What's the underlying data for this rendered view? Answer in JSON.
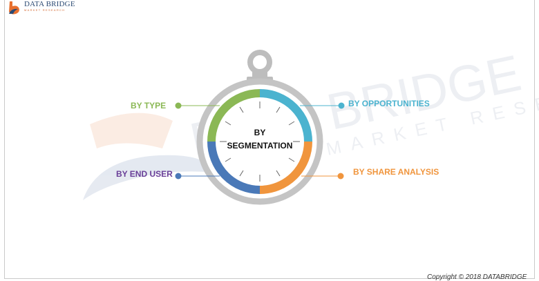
{
  "logo": {
    "name": "DATA BRIDGE",
    "subtitle": "MARKET RESEARCH"
  },
  "watermark": {
    "main": "DATA BRIDGE",
    "sub": "MARKET RESEARCH"
  },
  "center": {
    "line1": "BY",
    "line2": "SEGMENTATION"
  },
  "segments": [
    {
      "label": "BY TYPE",
      "color": "#8bb855"
    },
    {
      "label": "BY OPPORTUNITIES",
      "color": "#4bb3cf"
    },
    {
      "label": "BY SHARE ANALYSIS",
      "color": "#f0953d"
    },
    {
      "label": "BY END USER",
      "color": "#4a79b8"
    }
  ],
  "copyright": "Copyright © 2018 DATABRIDGE"
}
